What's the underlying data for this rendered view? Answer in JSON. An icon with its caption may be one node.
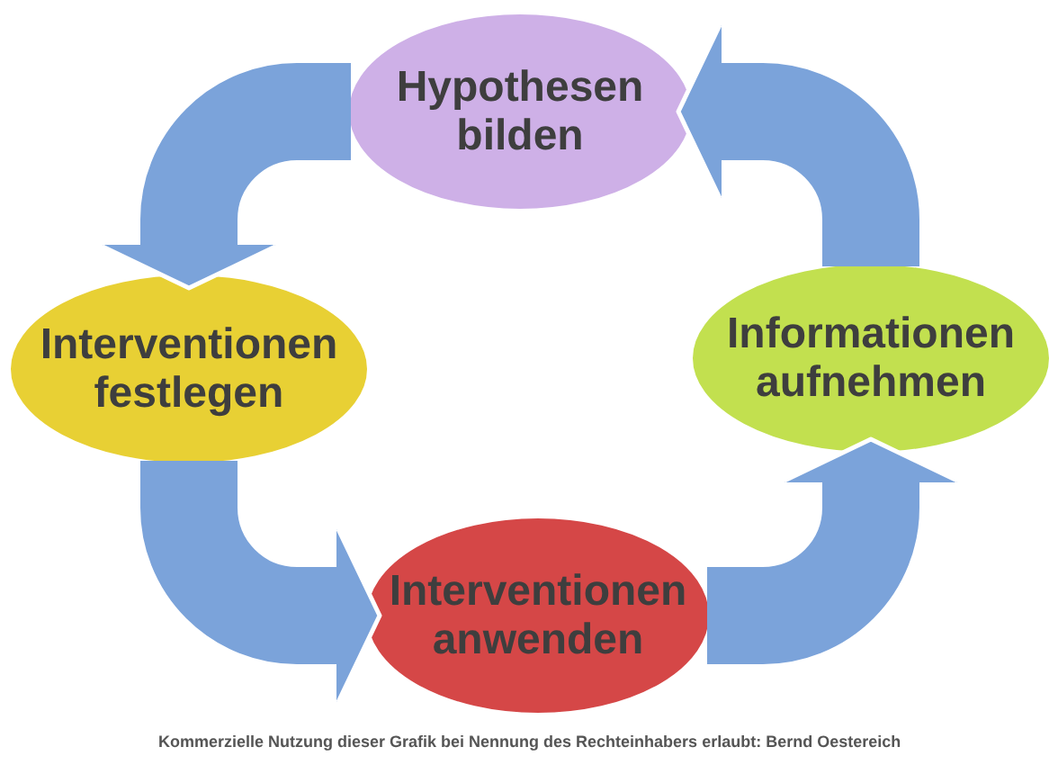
{
  "diagram": {
    "nodes": [
      {
        "text": [
          "Hypothesen bilden"
        ]
      },
      {
        "text": [
          "Interventionen festlegen"
        ]
      },
      {
        "text": [
          "Informationen aufnehmen"
        ]
      },
      {
        "text": [
          "Interventionen anwenden"
        ]
      }
    ],
    "edges": [
      {
        "from": 0,
        "to": 1,
        "arrow": "to"
      },
      {
        "from": 1,
        "to": 3,
        "arrow": "to"
      },
      {
        "from": 3,
        "to": 2,
        "arrow": "to"
      },
      {
        "from": 2,
        "to": 0,
        "arrow": "to"
      }
    ],
    "labels": [
      "Kommerzielle Nutzung dieser Grafik bei Nennung des Rechteinhabers erlaubt: Bernd Oestereich"
    ]
  }
}
